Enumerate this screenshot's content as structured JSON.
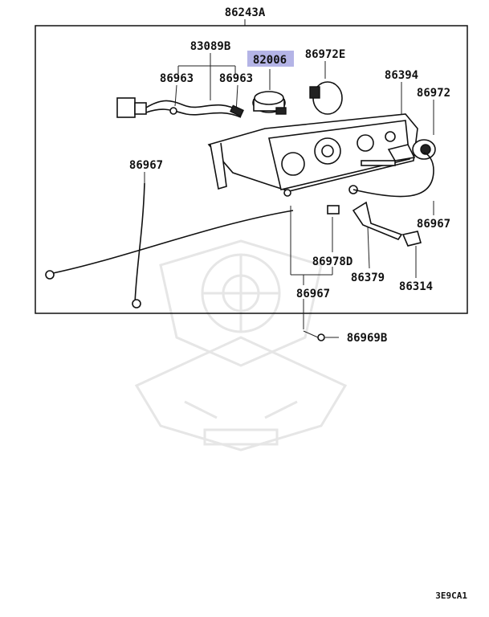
{
  "diagram": {
    "assembly_label": "86243A",
    "highlight_color": "#b4b4e6",
    "parts": [
      {
        "id": "p83089B",
        "label": "83089B",
        "highlighted": false
      },
      {
        "id": "p82006",
        "label": "82006",
        "highlighted": true
      },
      {
        "id": "p86972E",
        "label": "86972E",
        "highlighted": false
      },
      {
        "id": "p86963a",
        "label": "86963",
        "highlighted": false
      },
      {
        "id": "p86963b",
        "label": "86963",
        "highlighted": false
      },
      {
        "id": "p86394",
        "label": "86394",
        "highlighted": false
      },
      {
        "id": "p86972",
        "label": "86972",
        "highlighted": false
      },
      {
        "id": "p86967a",
        "label": "86967",
        "highlighted": false
      },
      {
        "id": "p86967b",
        "label": "86967",
        "highlighted": false
      },
      {
        "id": "p86978D",
        "label": "86978D",
        "highlighted": false
      },
      {
        "id": "p86379",
        "label": "86379",
        "highlighted": false
      },
      {
        "id": "p86314",
        "label": "86314",
        "highlighted": false
      },
      {
        "id": "p86967c",
        "label": "86967",
        "highlighted": false
      },
      {
        "id": "p86969B",
        "label": "86969B",
        "highlighted": false
      }
    ],
    "figure_ref": "3E9CA1"
  }
}
